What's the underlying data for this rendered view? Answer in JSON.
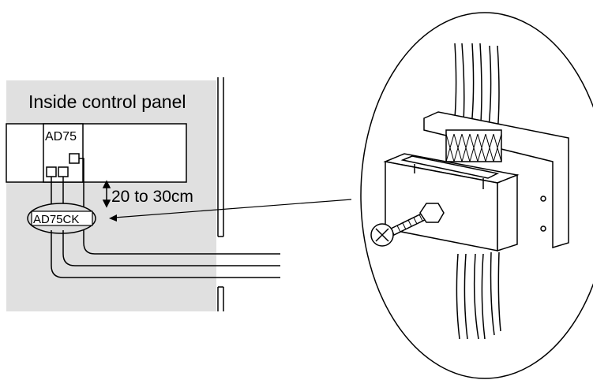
{
  "diagram": {
    "panel_label": "Inside control panel",
    "module_label": "AD75",
    "distance_label": "20 to 30cm",
    "clamp_label": "AD75CK"
  },
  "colors": {
    "panel_fill": "#e0e0e0",
    "line": "#000000",
    "background": "#ffffff"
  }
}
